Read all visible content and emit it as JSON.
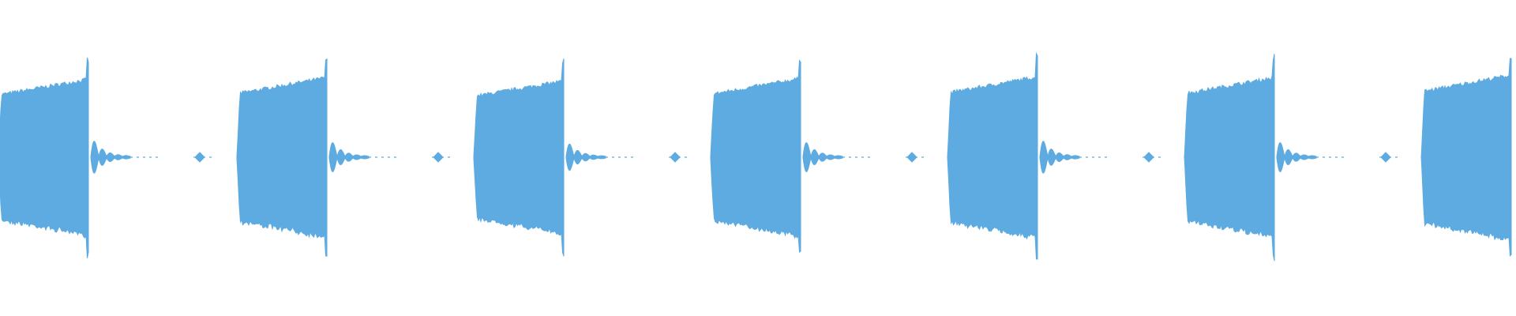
{
  "waveform": {
    "color": "#5dabe1",
    "background": "#ffffff",
    "segments": [
      {
        "main_amplitude": 0.92,
        "tail_amplitude": 0.22
      },
      {
        "main_amplitude": 0.94,
        "tail_amplitude": 0.2
      },
      {
        "main_amplitude": 0.9,
        "tail_amplitude": 0.18
      },
      {
        "main_amplitude": 0.93,
        "tail_amplitude": 0.2
      },
      {
        "main_amplitude": 0.95,
        "tail_amplitude": 0.22
      },
      {
        "main_amplitude": 0.94,
        "tail_amplitude": 0.2
      },
      {
        "main_amplitude": 0.97,
        "tail_amplitude": 0.05
      }
    ]
  }
}
